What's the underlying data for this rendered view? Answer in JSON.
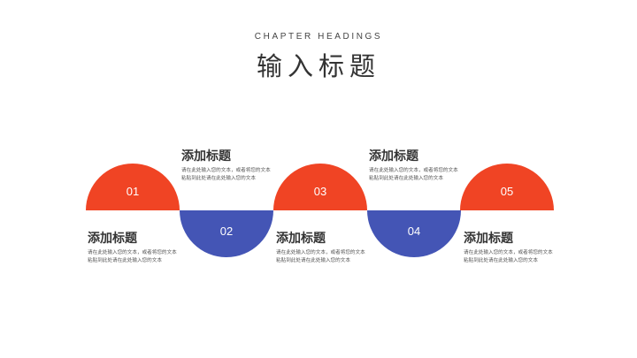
{
  "header": {
    "eyebrow": "CHAPTER HEADINGS",
    "title": "输入标题"
  },
  "colors": {
    "accent_red": "#F04424",
    "accent_blue": "#4455B5",
    "text_dark": "#333333",
    "text_body": "#555555"
  },
  "steps": [
    {
      "number": "01",
      "color": "#F04424",
      "orientation": "up",
      "title": "添加标题",
      "body": "请在此处输入您的文本，或者将您的文本粘贴到此处请在此处输入您的文本"
    },
    {
      "number": "02",
      "color": "#4455B5",
      "orientation": "down",
      "title": "添加标题",
      "body": "请在此处输入您的文本，或者将您的文本粘贴到此处请在此处输入您的文本"
    },
    {
      "number": "03",
      "color": "#F04424",
      "orientation": "up",
      "title": "添加标题",
      "body": "请在此处输入您的文本，或者将您的文本粘贴到此处请在此处输入您的文本"
    },
    {
      "number": "04",
      "color": "#4455B5",
      "orientation": "down",
      "title": "添加标题",
      "body": "请在此处输入您的文本，或者将您的文本粘贴到此处请在此处输入您的文本"
    },
    {
      "number": "05",
      "color": "#F04424",
      "orientation": "up",
      "title": "添加标题",
      "body": "请在此处输入您的文本，或者将您的文本粘贴到此处请在此处输入您的文本"
    }
  ],
  "text_blocks": [
    {
      "title": "添加标题",
      "body": "请在此处输入您的文本，或者将您的文本粘贴到此处请在此处输入您的文本"
    },
    {
      "title": "添加标题",
      "body": "请在此处输入您的文本，或者将您的文本粘贴到此处请在此处输入您的文本"
    },
    {
      "title": "添加标题",
      "body": "请在此处输入您的文本，或者将您的文本粘贴到此处请在此处输入您的文本"
    },
    {
      "title": "添加标题",
      "body": "请在此处输入您的文本，或者将您的文本粘贴到此处请在此处输入您的文本"
    },
    {
      "title": "添加标题",
      "body": "请在此处输入您的文本，或者将您的文本粘贴到此处请在此处输入您的文本"
    }
  ]
}
